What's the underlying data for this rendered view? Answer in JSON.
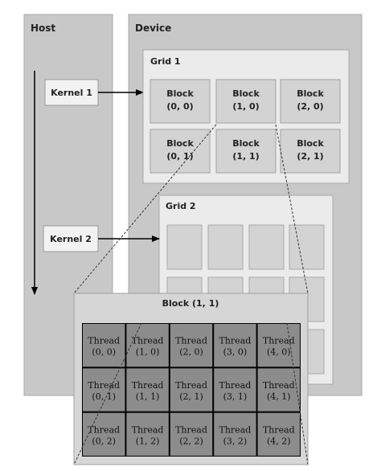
{
  "host": {
    "label": "Host"
  },
  "device": {
    "label": "Device"
  },
  "kernels": [
    {
      "label": "Kernel 1"
    },
    {
      "label": "Kernel 2"
    }
  ],
  "grid1": {
    "label": "Grid 1",
    "blocks": [
      {
        "line1": "Block",
        "line2": "(0, 0)"
      },
      {
        "line1": "Block",
        "line2": "(1, 0)"
      },
      {
        "line1": "Block",
        "line2": "(2, 0)"
      },
      {
        "line1": "Block",
        "line2": "(0, 1)"
      },
      {
        "line1": "Block",
        "line2": "(1, 1)"
      },
      {
        "line1": "Block",
        "line2": "(2, 1)"
      }
    ]
  },
  "grid2": {
    "label": "Grid 2"
  },
  "block_detail": {
    "label": "Block (1, 1)",
    "threads": [
      {
        "line1": "Thread",
        "line2": "(0, 0)"
      },
      {
        "line1": "Thread",
        "line2": "(1, 0)"
      },
      {
        "line1": "Thread",
        "line2": "(2, 0)"
      },
      {
        "line1": "Thread",
        "line2": "(3, 0)"
      },
      {
        "line1": "Thread",
        "line2": "(4, 0)"
      },
      {
        "line1": "Thread",
        "line2": "(0, 1)"
      },
      {
        "line1": "Thread",
        "line2": "(1, 1)"
      },
      {
        "line1": "Thread",
        "line2": "(2, 1)"
      },
      {
        "line1": "Thread",
        "line2": "(3, 1)"
      },
      {
        "line1": "Thread",
        "line2": "(4, 1)"
      },
      {
        "line1": "Thread",
        "line2": "(0, 2)"
      },
      {
        "line1": "Thread",
        "line2": "(1, 2)"
      },
      {
        "line1": "Thread",
        "line2": "(2, 2)"
      },
      {
        "line1": "Thread",
        "line2": "(3, 2)"
      },
      {
        "line1": "Thread",
        "line2": "(4, 2)"
      }
    ]
  }
}
